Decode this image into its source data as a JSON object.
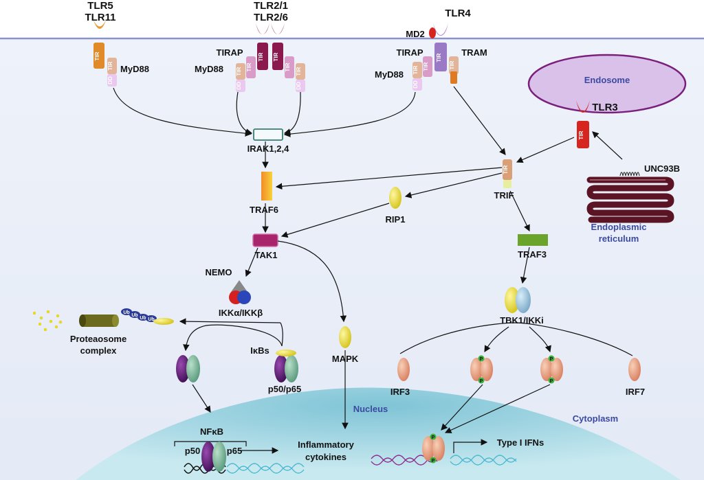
{
  "labels": {
    "tlr5": "TLR5",
    "tlr11": "TLR11",
    "tlr21": "TLR2/1",
    "tlr26": "TLR2/6",
    "tlr4": "TLR4",
    "md2": "MD2",
    "tirap_a": "TIRAP",
    "tirap_b": "TIRAP",
    "tram": "TRAM",
    "myd88_a": "MyD88",
    "myd88_b": "MyD88",
    "myd88_c": "MyD88",
    "endosome": "Endosome",
    "tlr3": "TLR3",
    "unc93b": "UNC93B",
    "er1": "Endoplasmic",
    "er2": "reticulum",
    "irak": "IRAK1,2,4",
    "traf6": "TRAF6",
    "trif": "TRIF",
    "rip1": "RIP1",
    "tak1": "TAK1",
    "traf3": "TRAF3",
    "nemo": "NEMO",
    "ikk": "IKKα/IKKβ",
    "tbk": "TBK1/IKKi",
    "proteasome1": "Proteaosome",
    "proteasome2": "complex",
    "ikbs": "IκBs",
    "p50p65": "p50/p65",
    "mapk": "MAPK",
    "irf3": "IRF3",
    "irf7": "IRF7",
    "nucleus": "Nucleus",
    "cytoplasm": "Cytoplasm",
    "nfkb": "NFκB",
    "p50": "p50",
    "p65": "p65",
    "inflam1": "Inflammatory",
    "inflam2": "cytokines",
    "ifn": "Type I IFNs",
    "tir": "TIR",
    "dd": "DD",
    "ub": "Ub",
    "p": "P"
  },
  "colors": {
    "cytoplasm_bg": "#e8eef8",
    "nucleus": "#a8d8e4",
    "membrane": "#8a93c9",
    "endosome": "#d9c1ea",
    "endosome_edge": "#7a1f7c",
    "er": "#5b1424",
    "tlr5": "#e08a2a",
    "tlr2": "#8a1a4e",
    "tlr4": "#9a7ac4",
    "tlr3": "#d6241f",
    "myd88": "#e2b49a",
    "tirap": "#d99bc8",
    "tram": "#e07a22",
    "trif": "#d9c990",
    "traf6": "#f5a623",
    "tak1": "#a8246b",
    "traf3": "#6aa42a",
    "yellow": "#e6d92b",
    "purple": "#5b1a6e",
    "green": "#7ab39a",
    "salmon": "#e8a080"
  }
}
